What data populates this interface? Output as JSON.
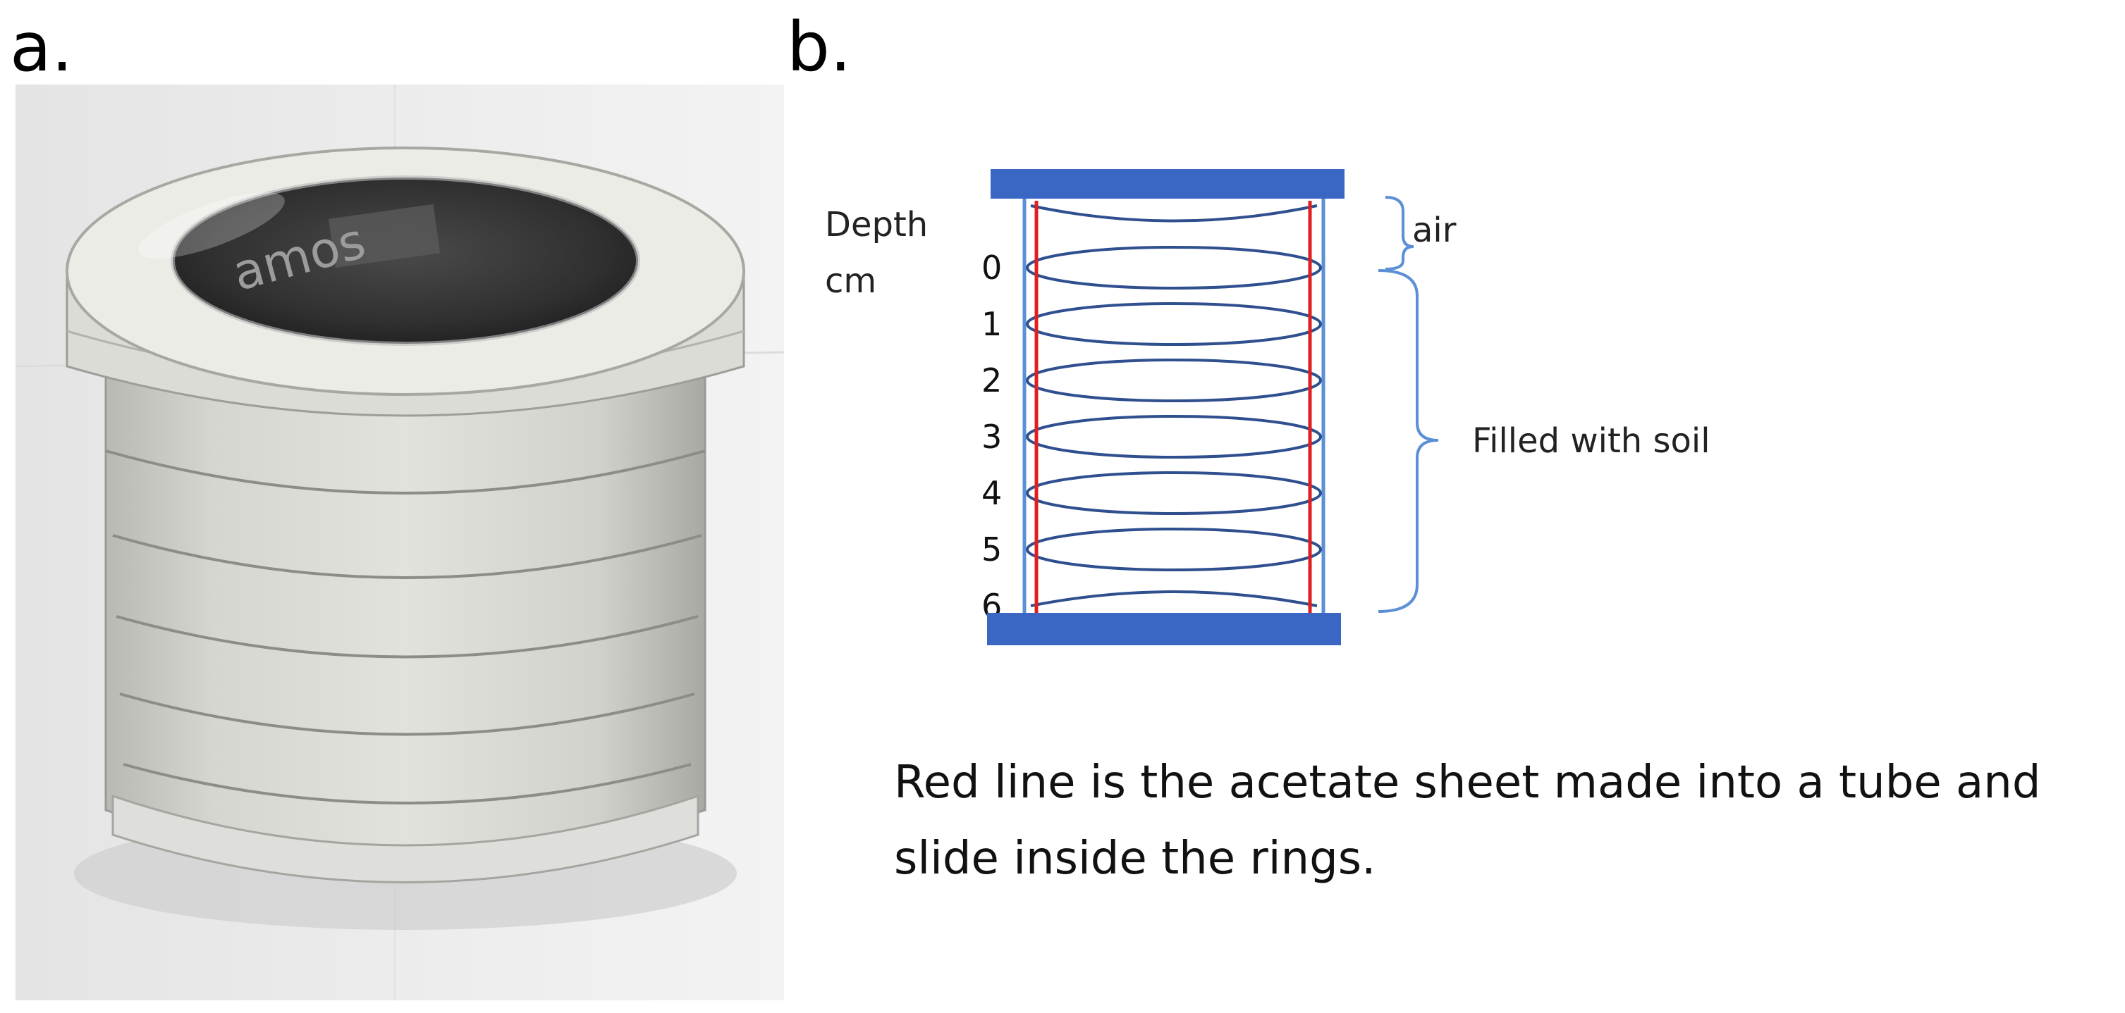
{
  "panel_a": {
    "label": "a.",
    "photo_lid_text": "amos"
  },
  "panel_b": {
    "label": "b.",
    "depth_label_line1": "Depth",
    "depth_label_line2": "cm",
    "depth_ticks": [
      "0",
      "1",
      "2",
      "3",
      "4",
      "5",
      "6"
    ],
    "air_label": "air",
    "soil_label": "Filled with soil",
    "note_line1": "Red line is the acetate sheet made into a tube and",
    "note_line2": "slide inside the rings."
  },
  "colors": {
    "ring_outline": "#2f4f8f",
    "end_plate": "#3a66c4",
    "acetate_line": "#e02020",
    "bracket": "#5b8fd6"
  }
}
